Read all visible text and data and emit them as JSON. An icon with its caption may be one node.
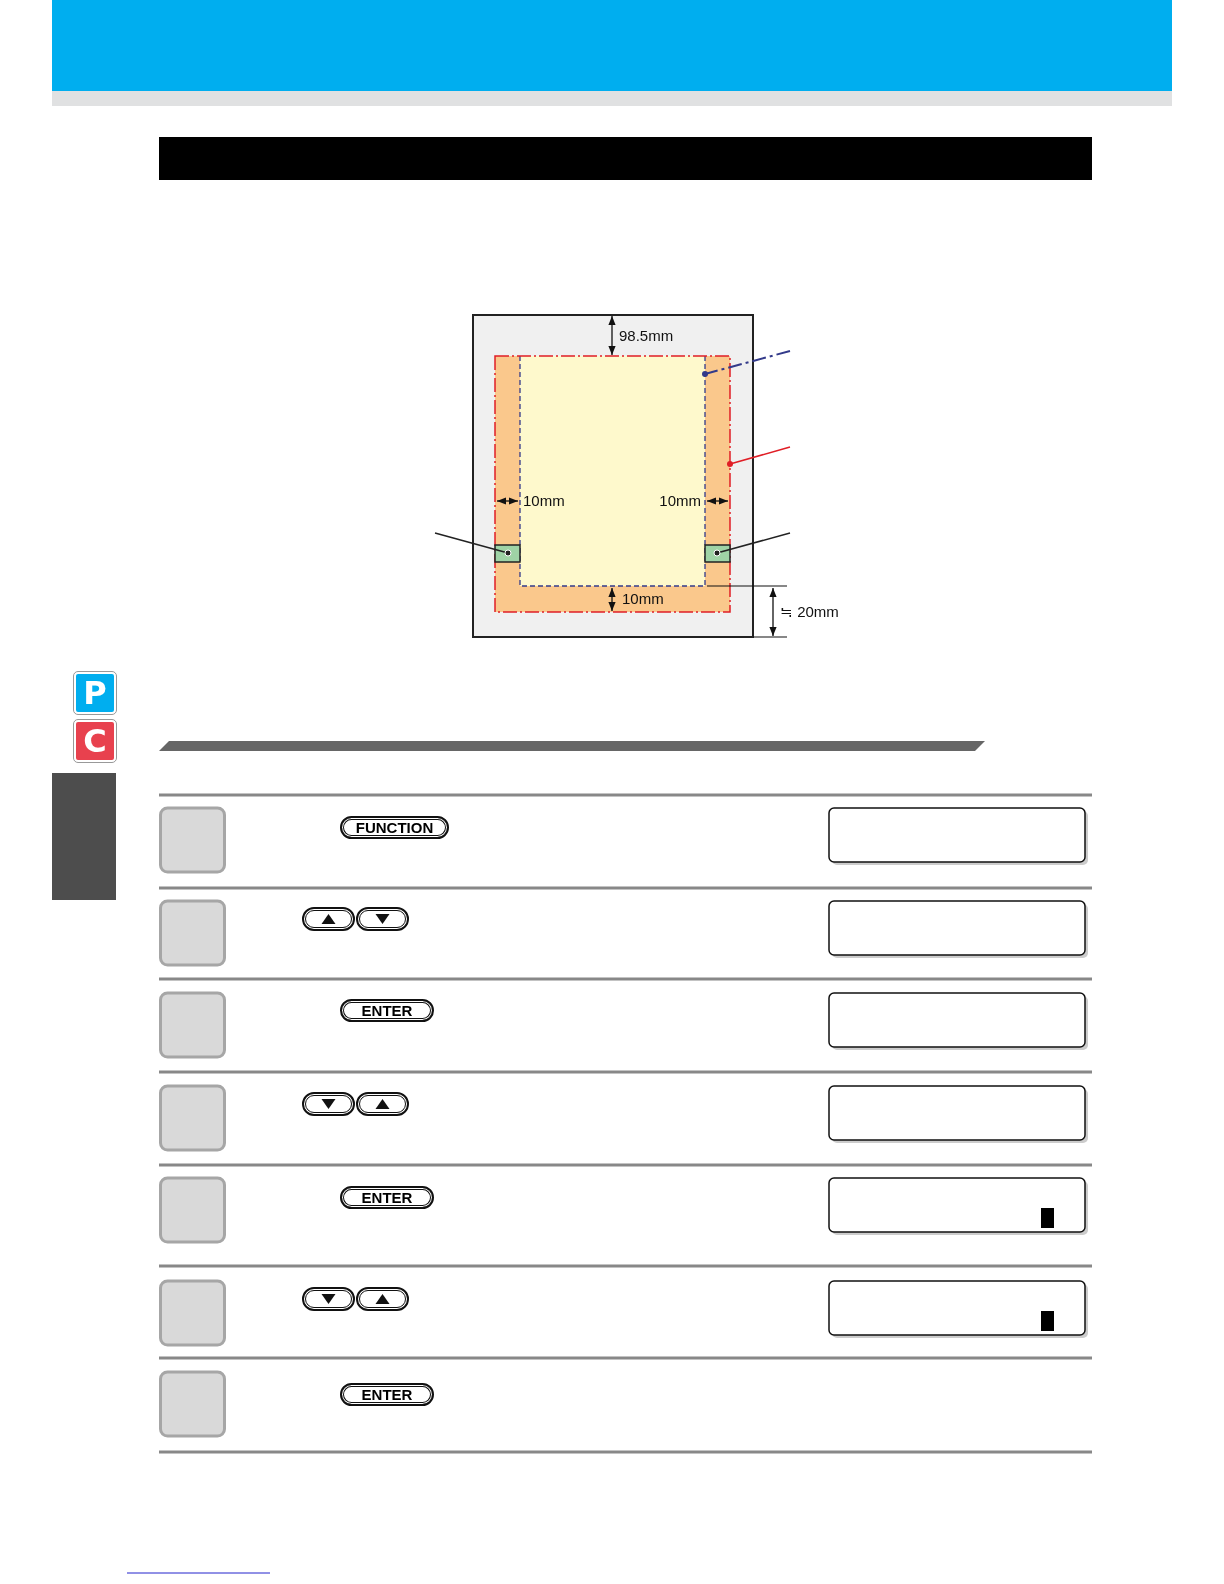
{
  "diagram": {
    "nodes": [
      {
        "text": [],
        "shape": "bar"
      },
      {
        "text": [],
        "shape": "bar"
      }
    ],
    "labels": [
      "98.5mm",
      "10mm",
      "10mm",
      "10mm",
      "≒ 20mm",
      "P",
      "C",
      "FUNCTION",
      "ENTER",
      "ENTER",
      "ENTER"
    ]
  }
}
